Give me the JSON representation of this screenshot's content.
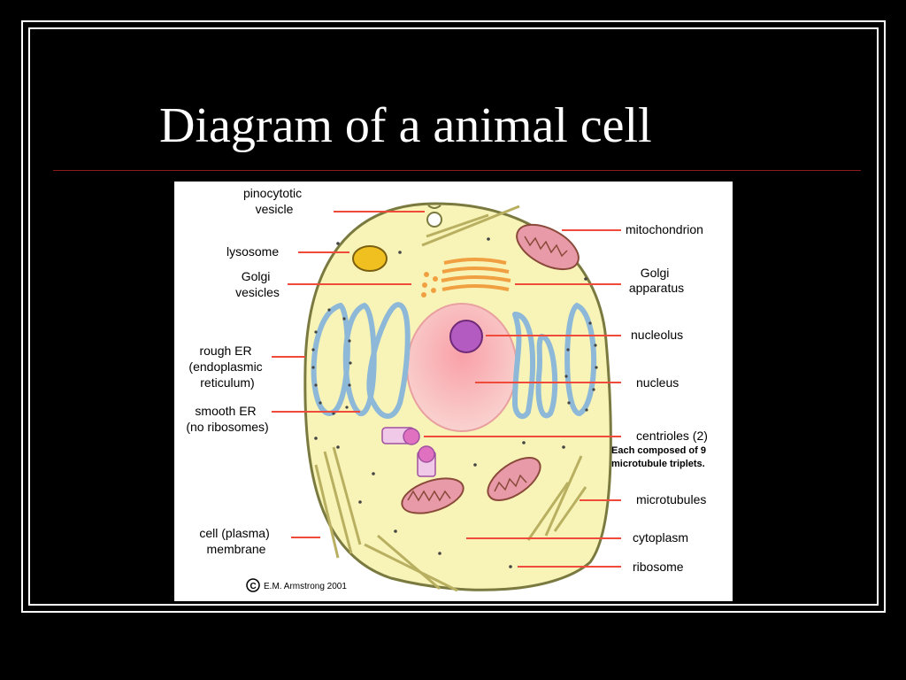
{
  "slide": {
    "title": "Diagram of a animal cell"
  },
  "diagram": {
    "labels_left": [
      [
        "pinocytotic",
        "vesicle"
      ],
      [
        "lysosome"
      ],
      [
        "Golgi",
        "vesicles"
      ],
      [
        "rough ER",
        "(endoplasmic",
        "reticulum)"
      ],
      [
        "smooth ER",
        "(no ribosomes)"
      ],
      [
        "cell (plasma)",
        "membrane"
      ]
    ],
    "labels_right": [
      [
        "mitochondrion"
      ],
      [
        "Golgi",
        "apparatus"
      ],
      [
        "nucleolus"
      ],
      [
        "nucleus"
      ],
      [
        "centrioles (2)"
      ],
      [
        "microtubules"
      ],
      [
        "cytoplasm"
      ],
      [
        "ribosome"
      ]
    ],
    "centriole_note": [
      "Each composed of 9",
      "microtubule triplets."
    ],
    "copyright_symbol": "C",
    "credit": "E.M. Armstrong 2001"
  },
  "colors": {
    "background": "#000000",
    "frame": "#ffffff",
    "title_rule": "#8b1a1a",
    "cytoplasm": "#f8f4b8",
    "membrane": "#7a7a40",
    "nucleus": "#f7b8b8",
    "nucleolus": "#b35bc0",
    "er": "#8db8d8",
    "golgi": "#f0a040",
    "mitochondrion": "#e89aa8",
    "microtubule": "#b8b060",
    "arrow": "#f04a3a"
  }
}
